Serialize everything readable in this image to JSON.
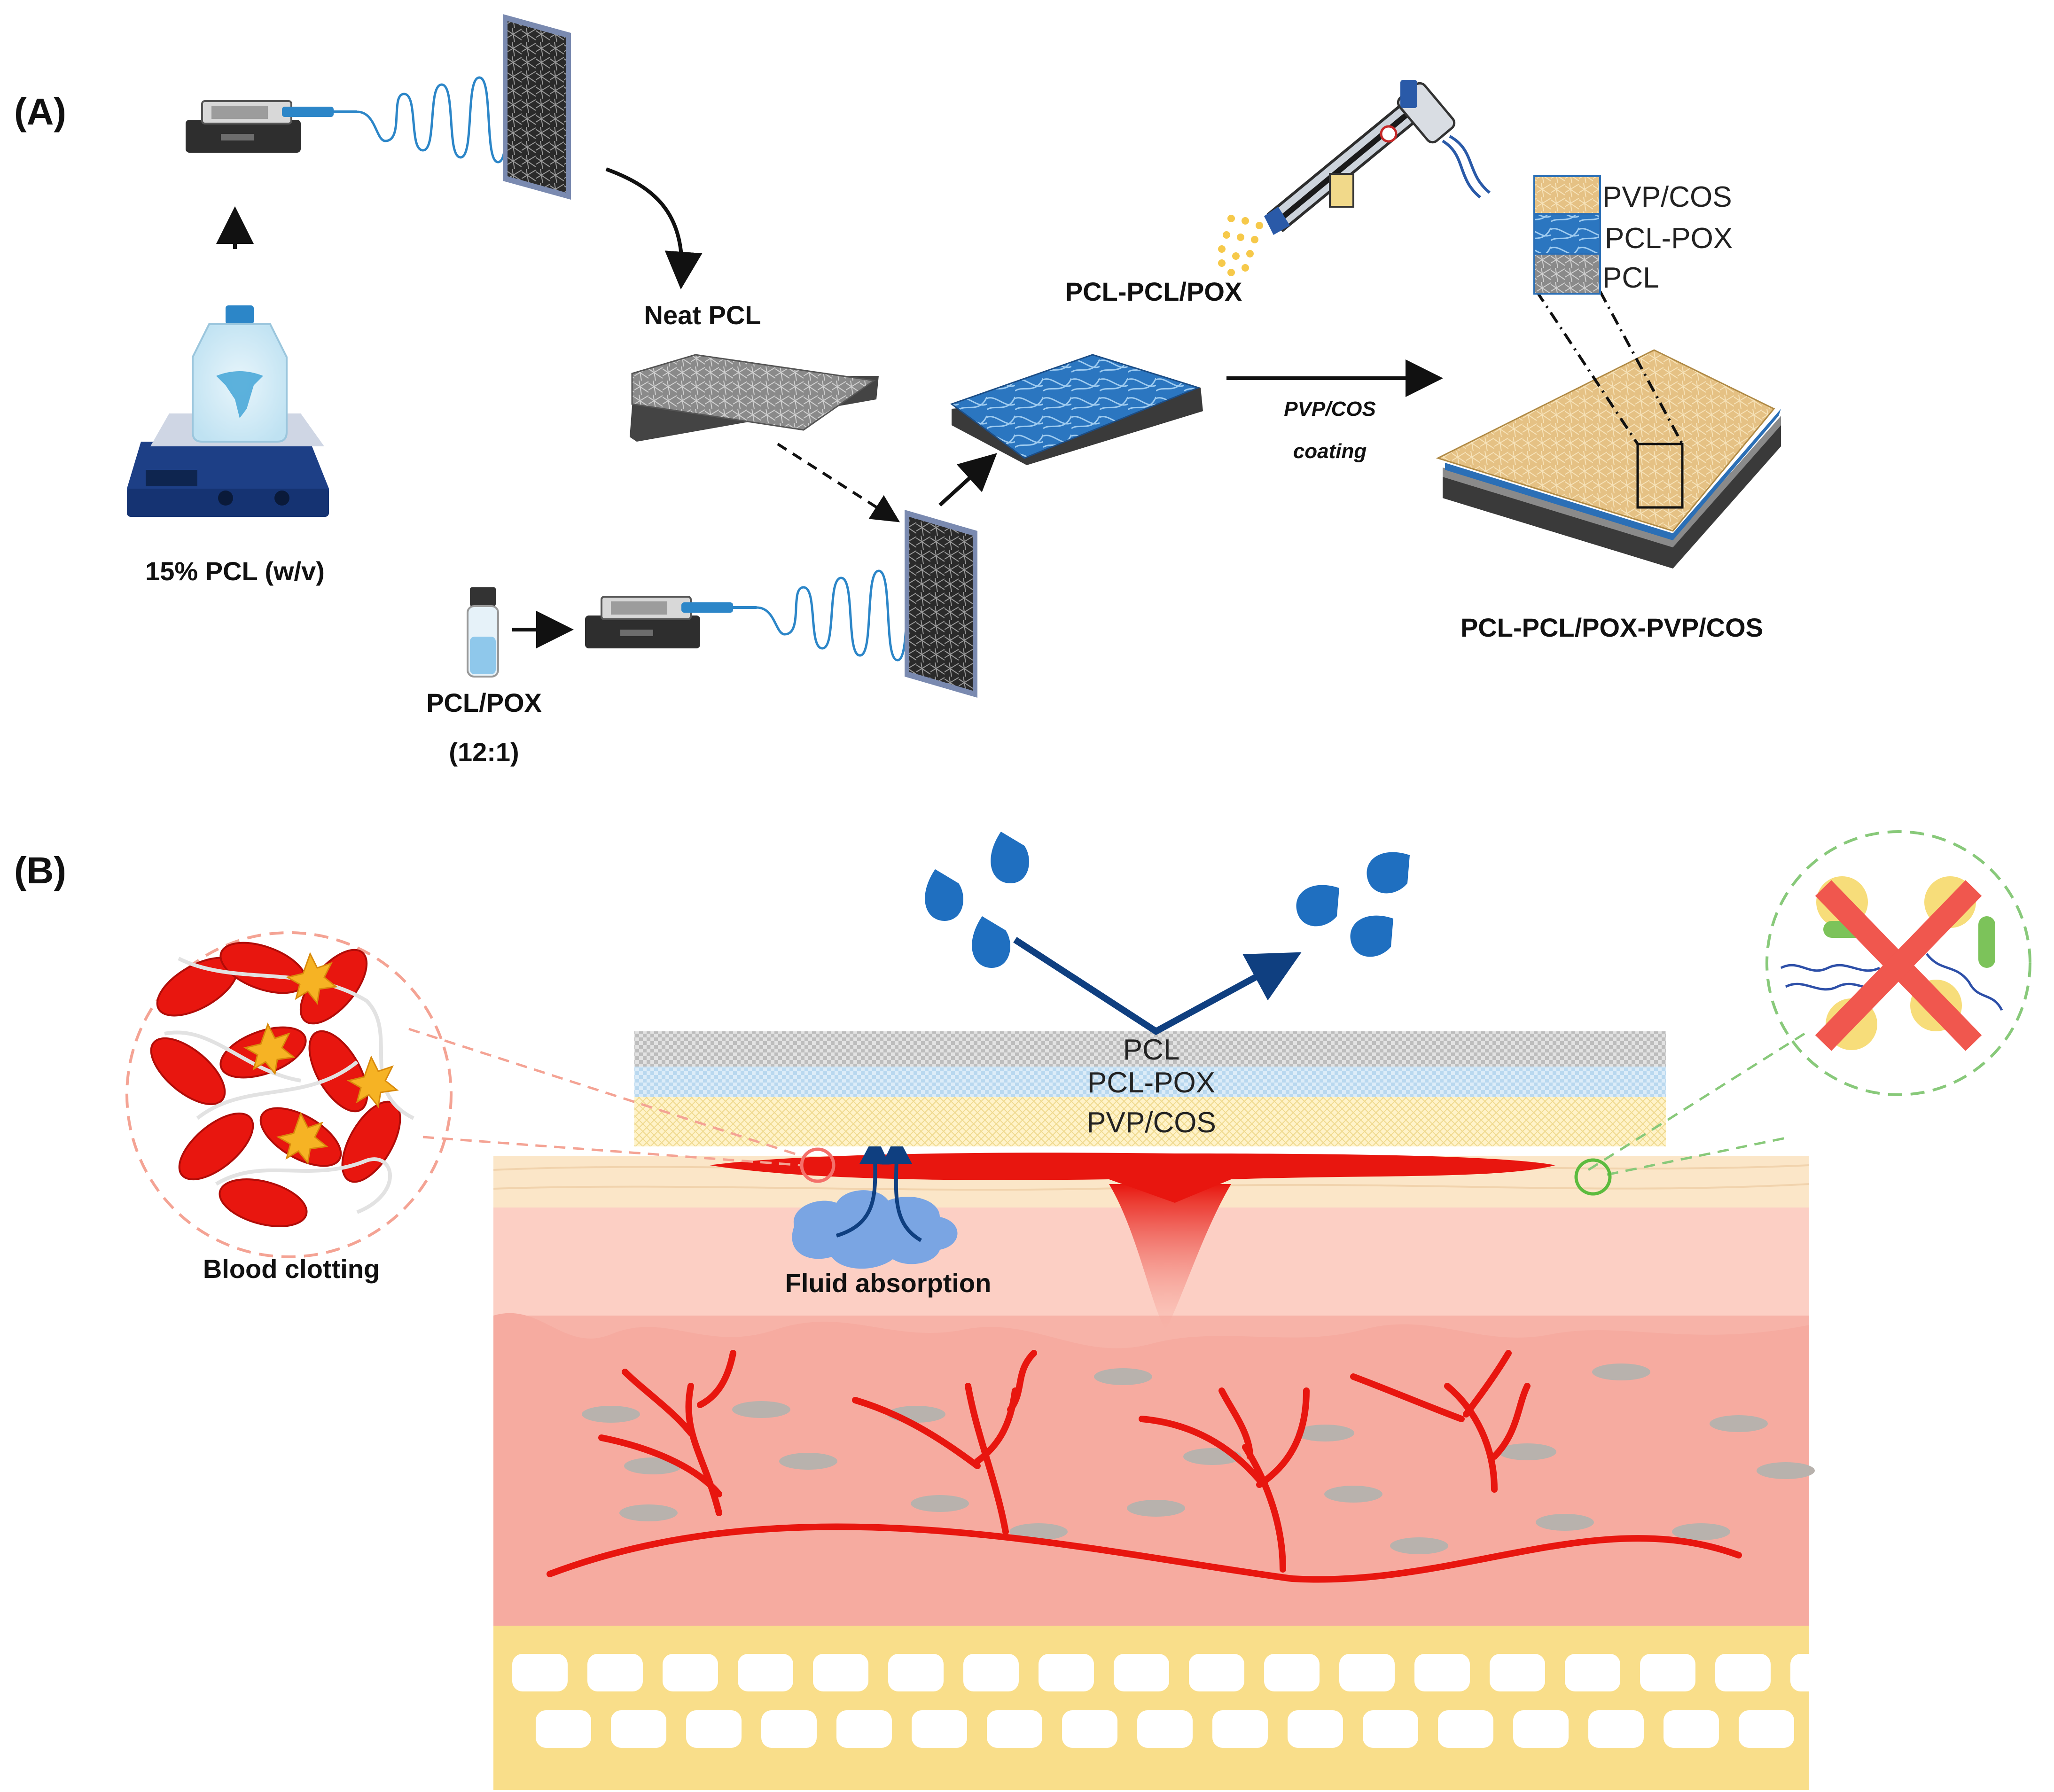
{
  "panel_a": {
    "label": "(A)",
    "solution_label": "15% PCL (w/v)",
    "neat_label": "Neat PCL",
    "mix_label": "PCL/POX",
    "mix_ratio": "(12:1)",
    "intermediate_label": "PCL-PCL/POX",
    "coating_label_1": "PVP/COS",
    "coating_label_2": "coating",
    "final_label": "PCL-PCL/POX-PVP/COS",
    "legend": [
      "PVP/COS",
      "PCL-POX",
      "PCL"
    ]
  },
  "panel_b": {
    "label": "(B)",
    "layers": [
      "PCL",
      "PCL-POX",
      "PVP/COS"
    ],
    "left_caption": "Blood clotting",
    "center_caption": "Fluid absorption"
  },
  "colors": {
    "blood": "#e8160f",
    "water": "#1f6fc0",
    "arrow_dark": "#0f3f80",
    "skin_top": "#fbe6c8",
    "skin_mid": "#f7b3a8",
    "fat": "#f9de8a",
    "pvp_cos": "#e8c88a",
    "pcl_pox": "#2b6fb6",
    "pcl": "#6d6d6d"
  }
}
